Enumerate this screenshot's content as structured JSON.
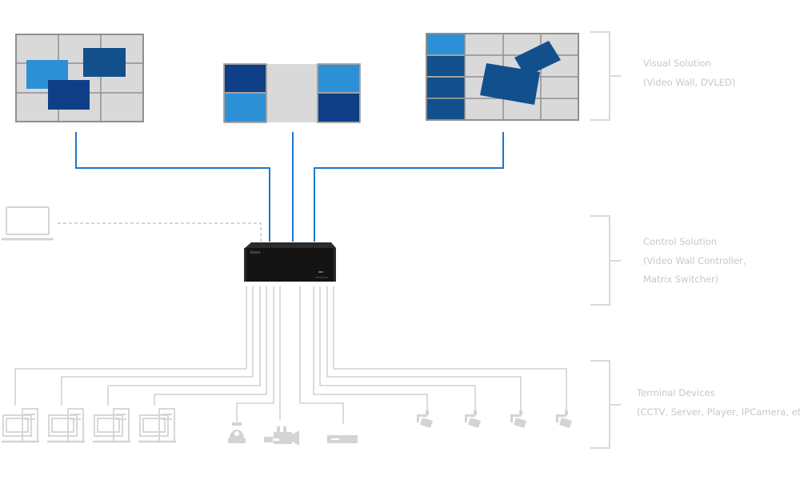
{
  "colors": {
    "wire_blue": "#1f78c8",
    "tile_light_blue": "#2d8fd5",
    "tile_dark_blue": "#0e3f86",
    "tile_mid_blue": "#11508c",
    "screen_gray": "#d9d9d9",
    "device_gray": "#d4d4d4",
    "bracket_gray": "#d9d9d9",
    "controller_black": "#141414"
  },
  "controller": {
    "brand": "Brand",
    "icons": [
      "controller-chassis-icon"
    ]
  },
  "sections": {
    "visual": {
      "title": "Visual Solution",
      "subtitle": "(Video Wall, DVLED)"
    },
    "control": {
      "title": "Control Solution",
      "line2": "(Video Wall Controller,",
      "line3": "Matrix Switcher)"
    },
    "terminal": {
      "title": "Terminal Devices",
      "subtitle": "(CCTV, Server, Player, IPCamera, etc.)"
    }
  },
  "devices": {
    "laptop": "laptop-icon",
    "computers": [
      "computer-icon",
      "computer-icon",
      "computer-icon",
      "computer-icon"
    ],
    "media": [
      "dome-camera-icon",
      "video-camcorder-icon",
      "media-player-icon"
    ],
    "cctv": [
      "cctv-camera-icon",
      "cctv-camera-icon",
      "cctv-camera-icon",
      "cctv-camera-icon"
    ]
  }
}
